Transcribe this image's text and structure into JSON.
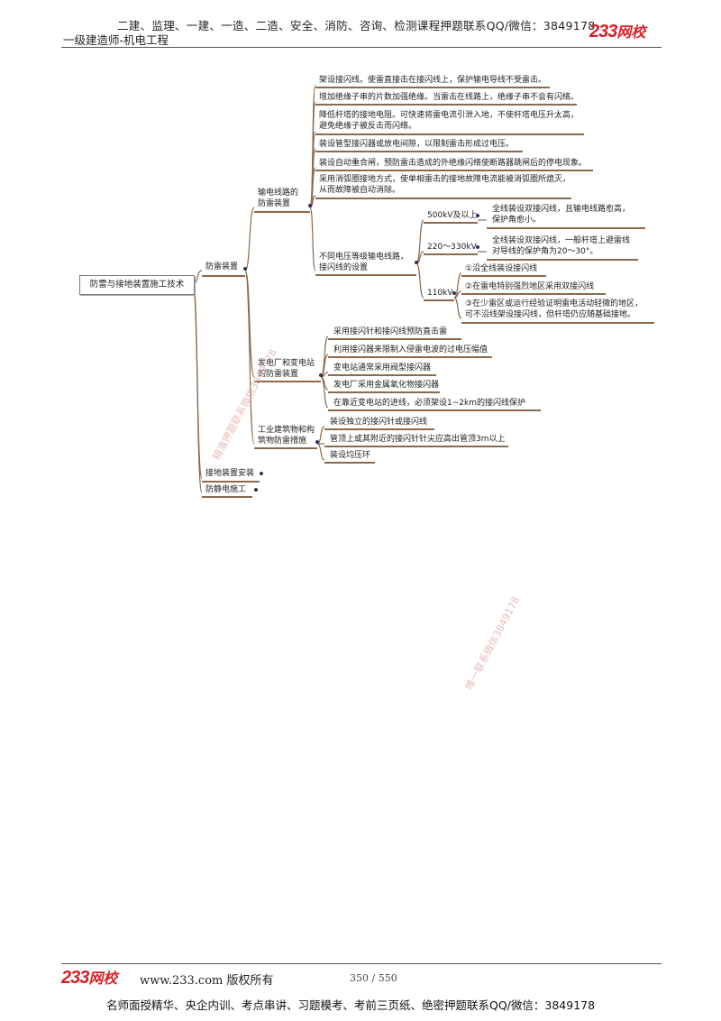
{
  "header": {
    "line1": "二建、监理、一建、一造、二造、安全、消防、咨询、检测课程押题联系QQ/微信：3849178",
    "line2": "一级建造师-机电工程",
    "logo_num": "233",
    "logo_text": "网校"
  },
  "mindmap": {
    "root": "防雷与接地装置施工技术",
    "l1": {
      "lightning": "防雷装置",
      "grounding": "接地装置安装",
      "static": "防静电施工"
    },
    "transmission": {
      "label1": "输电线路的",
      "label2": "防雷装置",
      "items": [
        "架设接闪线。使雷直接击在接闪线上，保护输电导线不受雷击。",
        "增加绝缘子串的片数加强绝缘。当雷击在线路上，绝缘子串不会有闪络。",
        "降低杆塔的接地电阻。可快速将雷电流引泄入地，不使杆塔电压升太高，",
        "避免绝缘子被反击而闪络。",
        "装设管型接闪器或放电间隙，以限制雷击形成过电压。",
        "装设自动重合闸，预防雷击造成的外绝缘闪络使断路器跳闸后的停电现象。",
        "采用消弧圈接地方式，使单相雷击的接地故障电流能被消弧圈所熄灭，",
        "从而故障被自动消除。"
      ],
      "voltage": {
        "label1": "不同电压等级输电线路，",
        "label2": "接闪线的设置",
        "kv500": "500kV及以上",
        "kv500_desc1": "全线装设双接闪线，且输电线路愈高，",
        "kv500_desc2": "保护角愈小。",
        "kv220": "220～330kV",
        "kv220_desc1": "全线装设双接闪线，一般杆塔上避雷线",
        "kv220_desc2": "对导线的保护角为20～30°。",
        "kv110": "110kV",
        "kv110_items": [
          "①沿全线装设接闪线",
          "②在雷电特别强烈地区采用双接闪线",
          "③在少雷区或运行经验证明雷电活动轻微的地区，",
          "可不沿线架设接闪线，但杆塔仍应随基础接地。"
        ]
      }
    },
    "station": {
      "label1": "发电厂和变电站",
      "label2": "的防雷装置",
      "items": [
        "采用接闪针和接闪线预防直击雷",
        "利用接闪器来限制入侵雷电波的过电压幅值",
        "变电站通常采用阀型接闪器",
        "发电厂采用金属氧化物接闪器",
        "在靠近变电站的进线，必须架设1~2km的接闪线保护"
      ]
    },
    "building": {
      "label1": "工业建筑物和构",
      "label2": "筑物防雷措施",
      "items": [
        "装设独立的接闪针或接闪线",
        "管顶上或其附近的接闪针针尖应高出管顶3m以上",
        "装设均压环"
      ]
    }
  },
  "watermarks": {
    "wm1": "精准押题联系微信3849178",
    "wm2": "唯一联系微信3849178"
  },
  "footer": {
    "logo_num": "233",
    "logo_text": "网校",
    "site": "www.233.com 版权所有",
    "page": "350 / 550",
    "bottom": "名师面授精华、央企内训、考点串讲、习题模考、考前三页纸、绝密押题联系QQ/微信：3849178"
  },
  "colors": {
    "underline": "#8a6a4e",
    "logo": "#d6222a",
    "watermark": "#e2a6a6"
  }
}
